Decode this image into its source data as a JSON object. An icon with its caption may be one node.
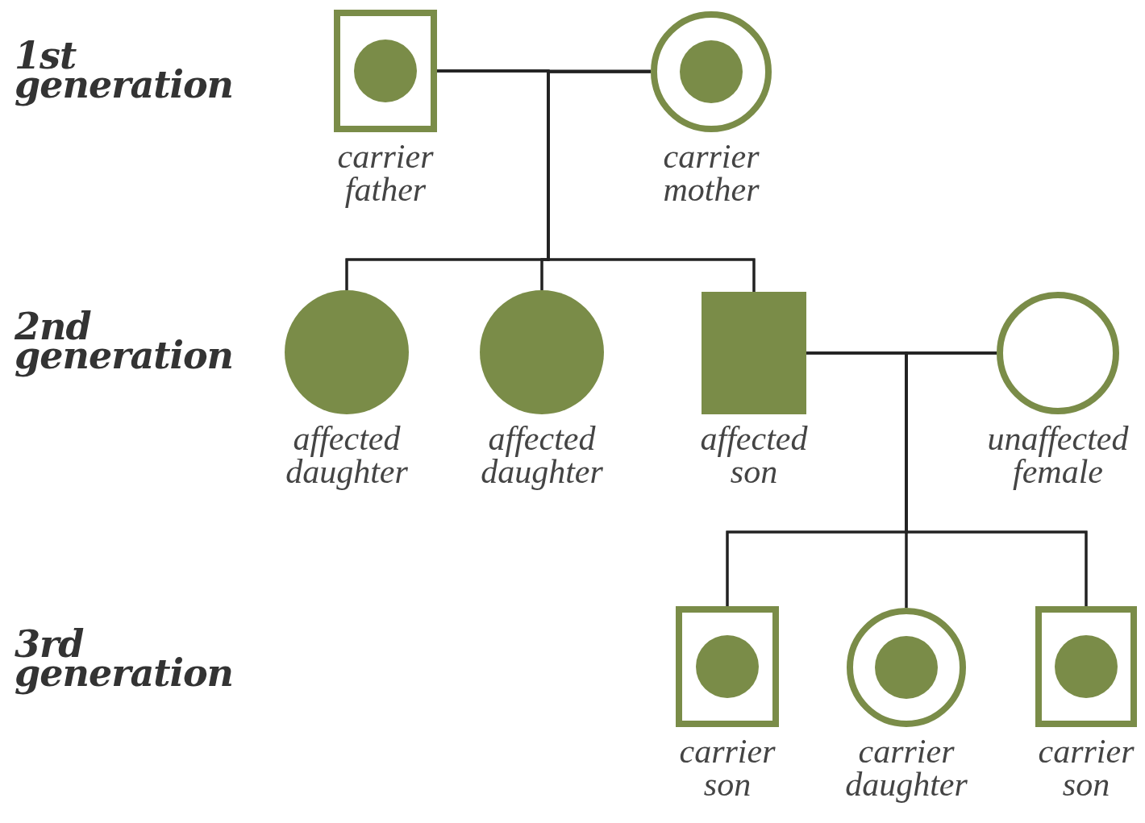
{
  "diagram": {
    "nodes": [
      {
        "text": [
          "carrier father"
        ]
      },
      {
        "text": [
          "carrier mother"
        ]
      },
      {
        "text": [
          "affected daughter"
        ]
      },
      {
        "text": [
          "affected daughter"
        ]
      },
      {
        "text": [
          "affected son"
        ]
      },
      {
        "text": [
          "unaffected female"
        ]
      },
      {
        "text": [
          "carrier son"
        ]
      },
      {
        "text": [
          "carrier daughter"
        ]
      },
      {
        "text": [
          "carrier son"
        ]
      }
    ],
    "edges": [
      {
        "from": 0,
        "to": 1,
        "arrow": "none"
      },
      {
        "from": 0,
        "to": 2,
        "arrow": "none"
      },
      {
        "from": 0,
        "to": 3,
        "arrow": "none"
      },
      {
        "from": 0,
        "to": 4,
        "arrow": "none"
      },
      {
        "from": 1,
        "to": 2,
        "arrow": "none"
      },
      {
        "from": 1,
        "to": 3,
        "arrow": "none"
      },
      {
        "from": 1,
        "to": 4,
        "arrow": "none"
      },
      {
        "from": 4,
        "to": 5,
        "arrow": "none"
      },
      {
        "from": 4,
        "to": 6,
        "arrow": "none"
      },
      {
        "from": 4,
        "to": 7,
        "arrow": "none"
      },
      {
        "from": 4,
        "to": 8,
        "arrow": "none"
      },
      {
        "from": 5,
        "to": 6,
        "arrow": "none"
      },
      {
        "from": 5,
        "to": 7,
        "arrow": "none"
      },
      {
        "from": 5,
        "to": 8,
        "arrow": "none"
      }
    ],
    "labels": [
      "1st generation",
      "2nd generation",
      "3rd generation"
    ]
  }
}
